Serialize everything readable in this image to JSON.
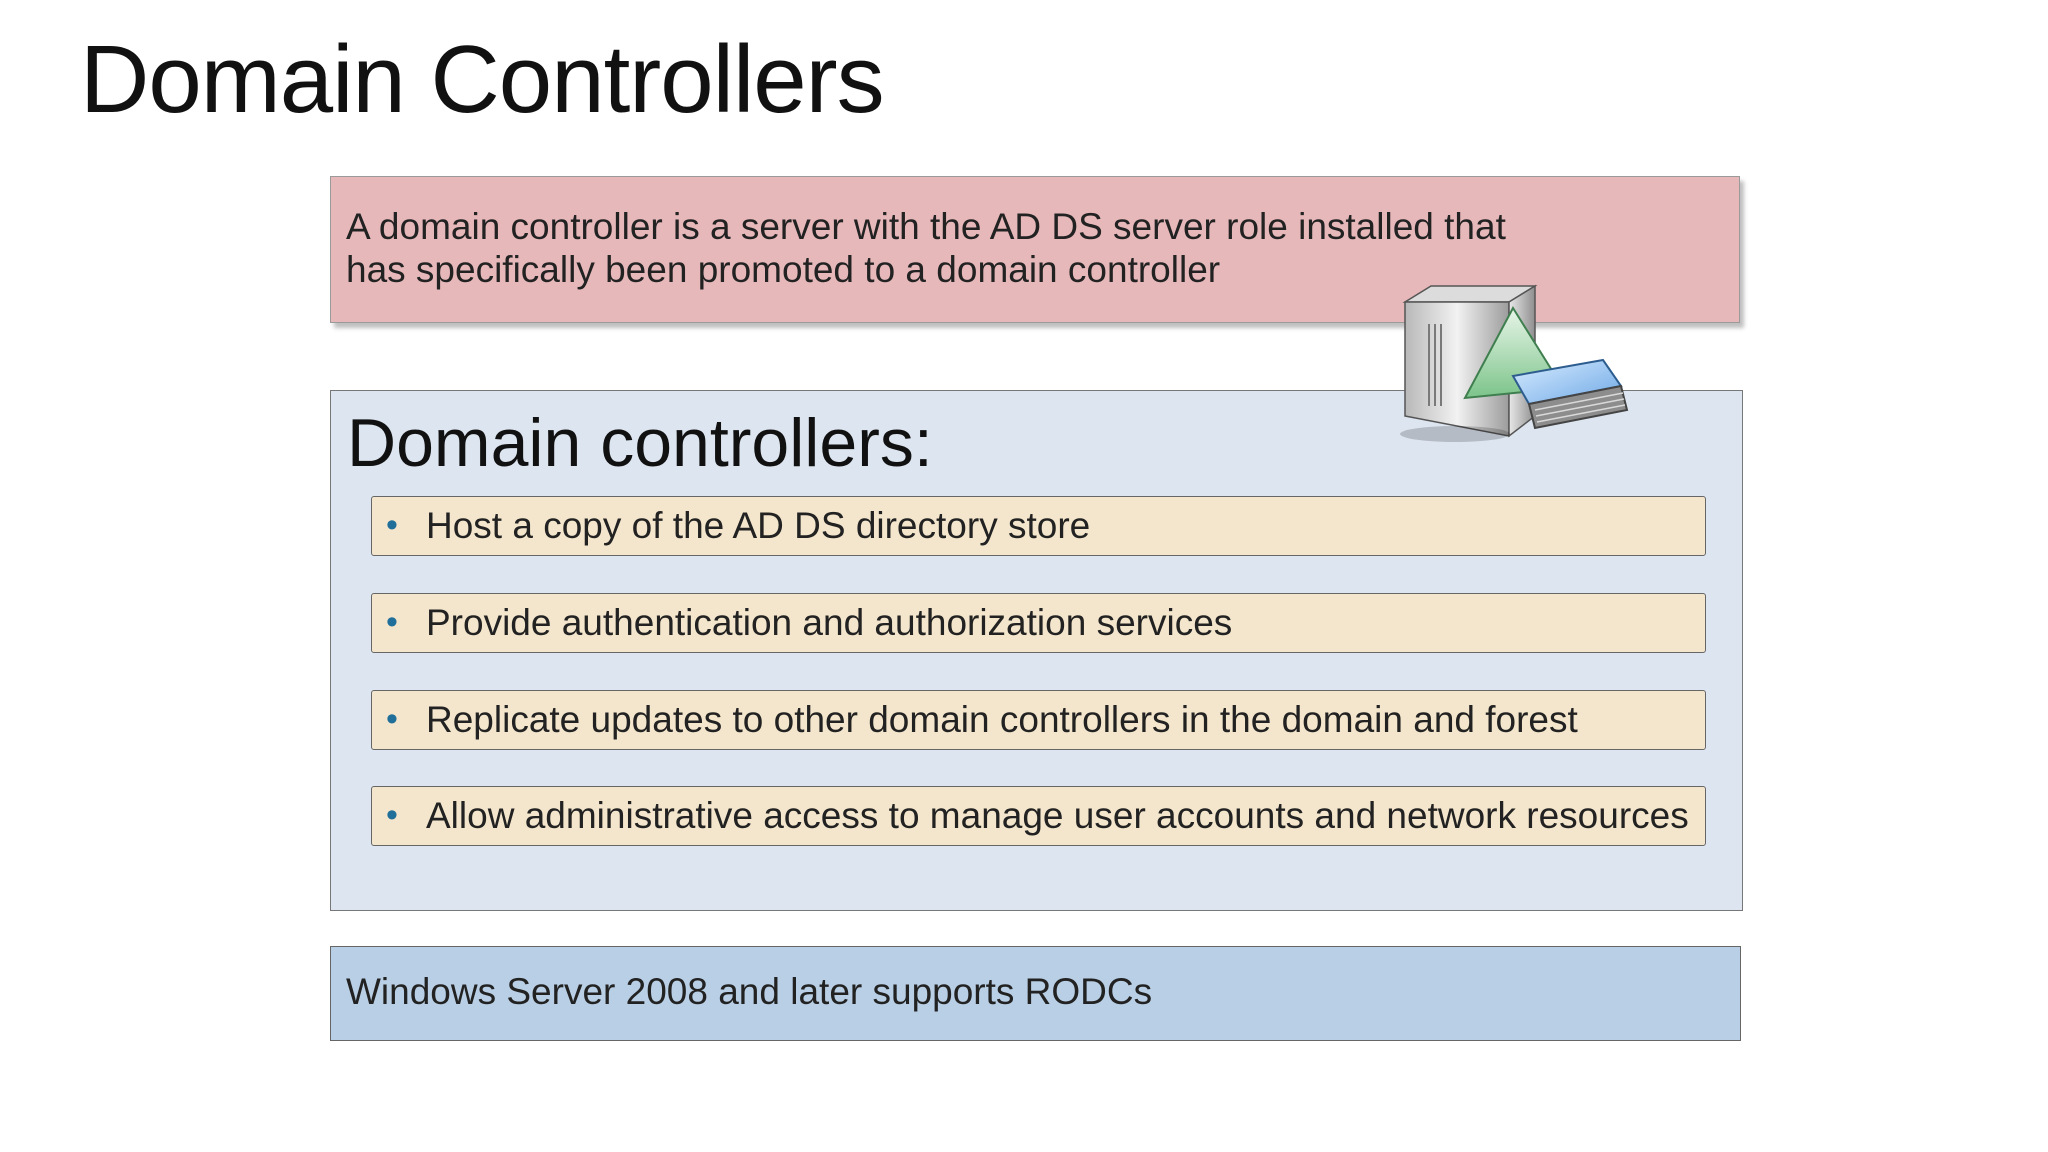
{
  "slide": {
    "title": "Domain Controllers",
    "definition": "A domain controller is a server with the AD DS server role installed that has specifically been promoted to a domain controller",
    "panel": {
      "heading": "Domain controllers:",
      "bullets": [
        "Host a copy of the AD DS directory store",
        "Provide authentication and authorization services",
        "Replicate updates to other domain controllers in the domain and forest",
        "Allow administrative access to manage user accounts and network resources"
      ]
    },
    "note": "Windows Server 2008 and later supports RODCs",
    "icon": "domain-controller-server-icon",
    "colors": {
      "definition_bg": "#e6b8ba",
      "panel_bg": "#dde5f0",
      "bullet_bg": "#f4e6cc",
      "bullet_marker": "#1f6f9a",
      "note_bg": "#b9cfe5"
    }
  }
}
